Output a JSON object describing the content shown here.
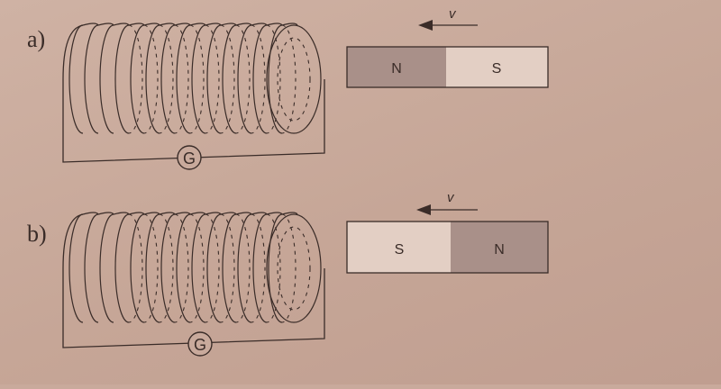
{
  "panels": [
    {
      "label": "a)",
      "galvanometer": "G",
      "velocity_label": "v",
      "magnet": {
        "left_pole": "N",
        "right_pole": "S"
      }
    },
    {
      "label": "b)",
      "galvanometer": "G",
      "velocity_label": "v",
      "magnet": {
        "left_pole": "S",
        "right_pole": "N"
      }
    }
  ],
  "colors": {
    "ink": "#3a2c28",
    "north": "#a99089",
    "south": "#e3cfc4",
    "background": "#c9aa9c"
  }
}
